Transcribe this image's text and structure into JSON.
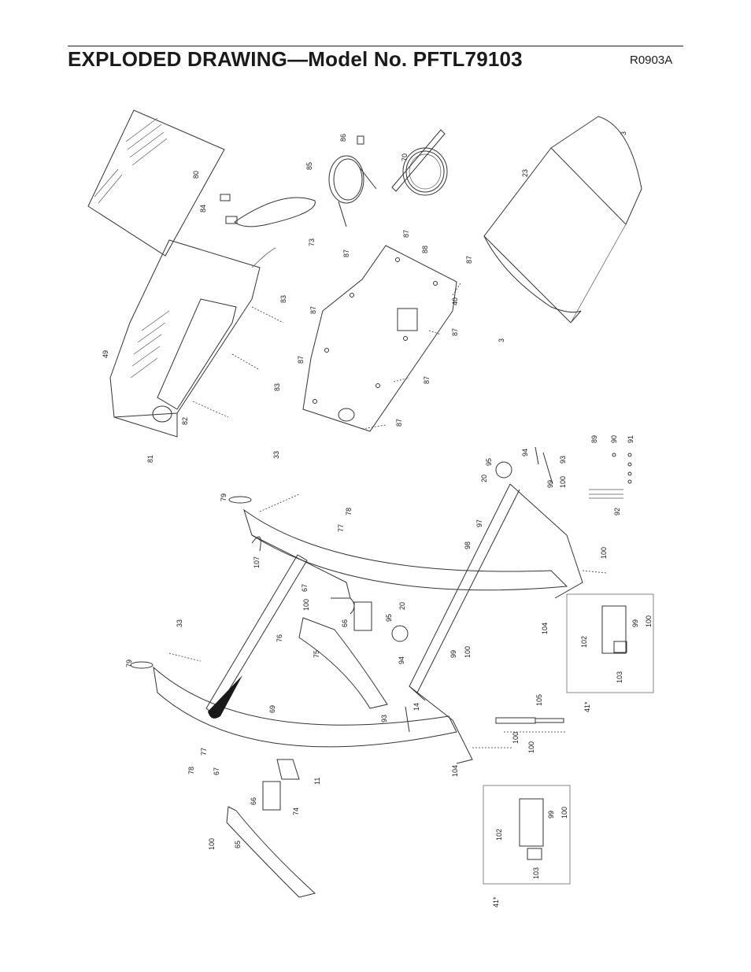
{
  "header": {
    "title": "EXPLODED DRAWING—Model No. PFTL79103",
    "code": "R0903A"
  },
  "part_labels": [
    "3",
    "3",
    "11",
    "14",
    "20",
    "20",
    "23",
    "33",
    "33",
    "40",
    "41*",
    "41*",
    "49",
    "65",
    "66",
    "66",
    "67",
    "67",
    "69",
    "70",
    "73",
    "74",
    "75",
    "76",
    "77",
    "77",
    "78",
    "78",
    "79",
    "79",
    "80",
    "81",
    "82",
    "83",
    "83",
    "84",
    "85",
    "86",
    "87",
    "87",
    "87",
    "87",
    "87",
    "87",
    "87",
    "87",
    "88",
    "89",
    "90",
    "91",
    "92",
    "93",
    "93",
    "94",
    "94",
    "95",
    "95",
    "97",
    "98",
    "99",
    "99",
    "99",
    "99",
    "100",
    "100",
    "100",
    "100",
    "100",
    "100",
    "100",
    "100",
    "100",
    "102",
    "102",
    "103",
    "103",
    "104",
    "104",
    "105",
    "107"
  ]
}
